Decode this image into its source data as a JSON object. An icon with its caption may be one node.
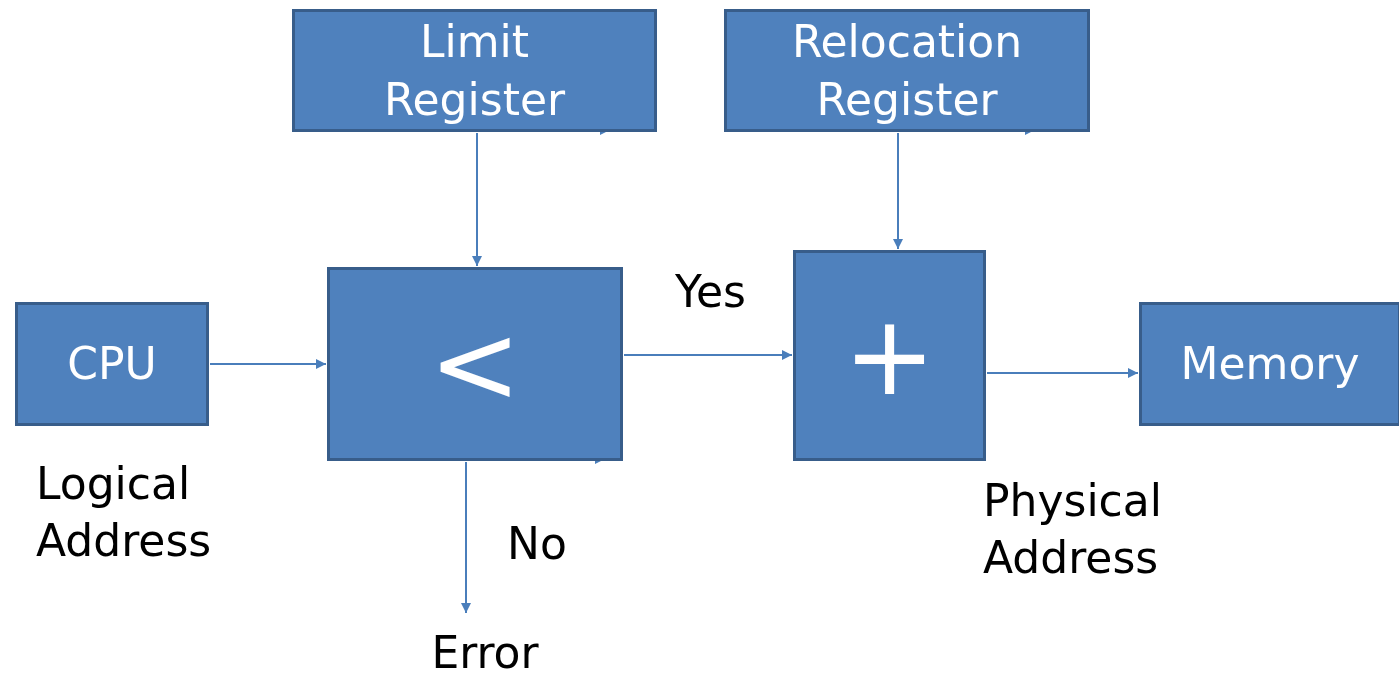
{
  "diagram": {
    "nodes": [
      {
        "text": [
          "Limit Register"
        ]
      },
      {
        "text": [
          "Relocation Register"
        ]
      },
      {
        "text": [
          "CPU"
        ],
        "beside": [
          "Logical Address"
        ]
      },
      {
        "text": [
          "<"
        ]
      },
      {
        "text": [
          "+"
        ],
        "beside": [
          "Physical Address"
        ]
      },
      {
        "text": [
          "Memory"
        ]
      },
      {
        "text": [
          "Error"
        ]
      }
    ],
    "edges": [
      {
        "from": 0,
        "to": 3,
        "arrow": "to"
      },
      {
        "from": 1,
        "to": 4,
        "arrow": "to"
      },
      {
        "from": 2,
        "to": 3,
        "arrow": "to"
      },
      {
        "from": 3,
        "to": 4,
        "arrow": "to",
        "label": "Yes"
      },
      {
        "from": 4,
        "to": 5,
        "arrow": "to"
      },
      {
        "from": 3,
        "to": 6,
        "arrow": "to",
        "label": "No"
      }
    ]
  }
}
